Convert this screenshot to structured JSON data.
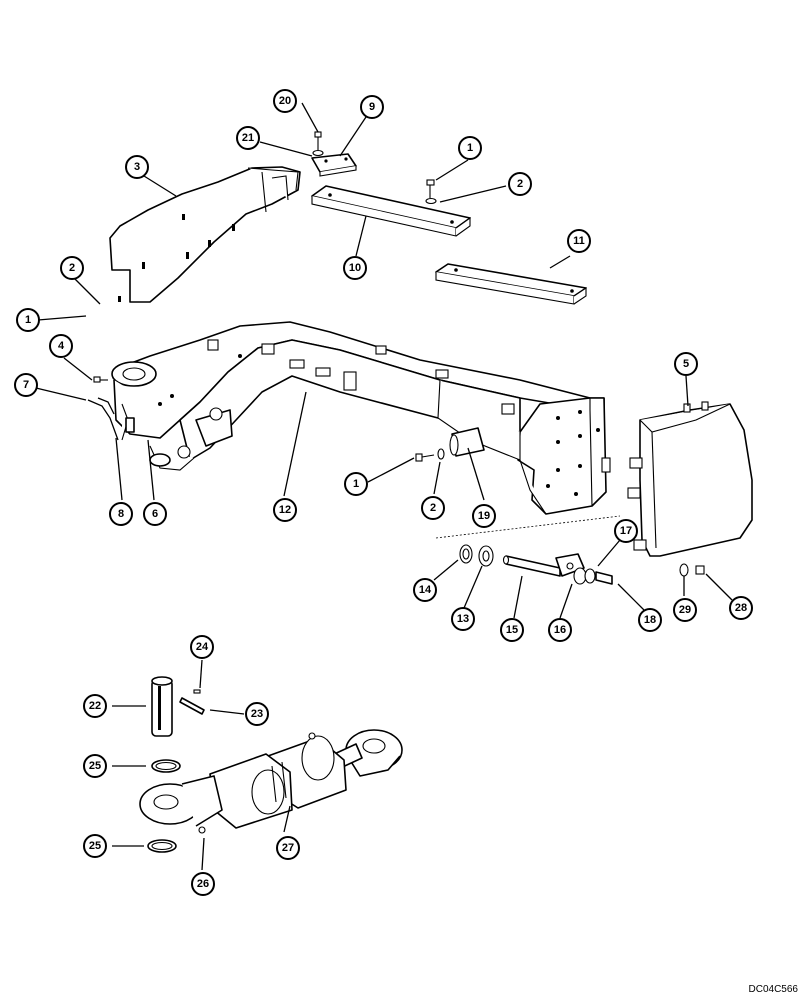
{
  "reference_code": "DC04C566",
  "callouts": [
    {
      "id": "c20a",
      "label": "20"
    },
    {
      "id": "c9a",
      "label": "9"
    },
    {
      "id": "c21a",
      "label": "21"
    },
    {
      "id": "c1a",
      "label": "1"
    },
    {
      "id": "c3a",
      "label": "3"
    },
    {
      "id": "c2a",
      "label": "2"
    },
    {
      "id": "c11a",
      "label": "11"
    },
    {
      "id": "c10a",
      "label": "10"
    },
    {
      "id": "c2b",
      "label": "2"
    },
    {
      "id": "c1b",
      "label": "1"
    },
    {
      "id": "c4a",
      "label": "4"
    },
    {
      "id": "c7a",
      "label": "7"
    },
    {
      "id": "c5a",
      "label": "5"
    },
    {
      "id": "c1c",
      "label": "1"
    },
    {
      "id": "c2c",
      "label": "2"
    },
    {
      "id": "c19a",
      "label": "19"
    },
    {
      "id": "c12a",
      "label": "12"
    },
    {
      "id": "c8a",
      "label": "8"
    },
    {
      "id": "c6a",
      "label": "6"
    },
    {
      "id": "c17a",
      "label": "17"
    },
    {
      "id": "c14a",
      "label": "14"
    },
    {
      "id": "c13a",
      "label": "13"
    },
    {
      "id": "c15a",
      "label": "15"
    },
    {
      "id": "c16a",
      "label": "16"
    },
    {
      "id": "c18a",
      "label": "18"
    },
    {
      "id": "c29a",
      "label": "29"
    },
    {
      "id": "c28a",
      "label": "28"
    },
    {
      "id": "c24a",
      "label": "24"
    },
    {
      "id": "c22a",
      "label": "22"
    },
    {
      "id": "c23a",
      "label": "23"
    },
    {
      "id": "c25a",
      "label": "25"
    },
    {
      "id": "c27a",
      "label": "27"
    },
    {
      "id": "c25b",
      "label": "25"
    },
    {
      "id": "c26a",
      "label": "26"
    }
  ]
}
